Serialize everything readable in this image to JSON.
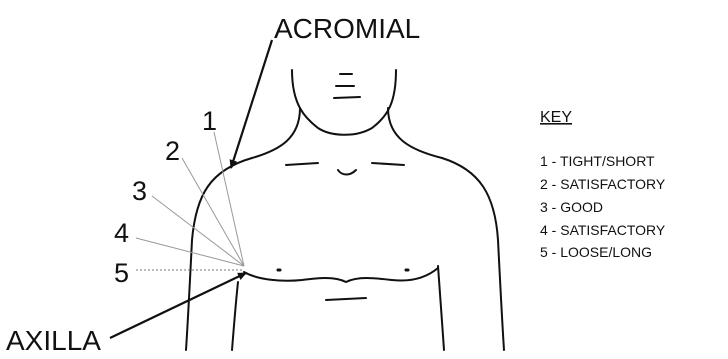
{
  "labels": {
    "top": "ACROMIAL",
    "bottom": "AXILLA"
  },
  "markers": [
    "1",
    "2",
    "3",
    "4",
    "5"
  ],
  "key": {
    "title": "KEY",
    "items": [
      "1 - TIGHT/SHORT",
      "2 - SATISFACTORY",
      "3 - GOOD",
      "4 - SATISFACTORY",
      "5 - LOOSE/LONG"
    ]
  }
}
